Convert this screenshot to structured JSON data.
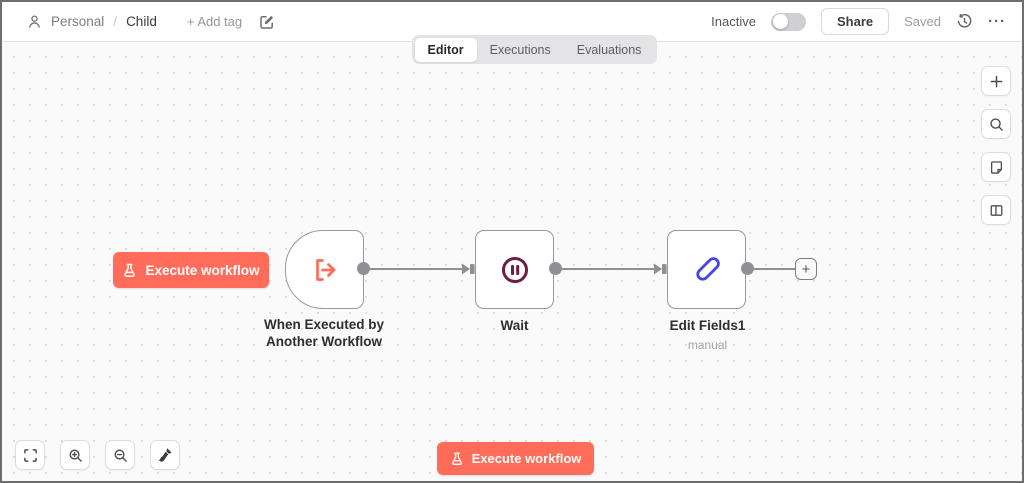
{
  "header": {
    "project": "Personal",
    "separator": "/",
    "workflow_title": "Child",
    "add_tag_label": "+ Add tag",
    "activation_status": "Inactive",
    "share_label": "Share",
    "save_status": "Saved",
    "more_label": "···"
  },
  "tabs": {
    "editor": "Editor",
    "executions": "Executions",
    "evaluations": "Evaluations"
  },
  "canvas": {
    "execute_button_label": "Execute workflow",
    "bottom_execute_button_label": "Execute workflow",
    "add_node_label": "+",
    "nodes": {
      "trigger": {
        "label_line1": "When Executed by",
        "label_line2": "Another Workflow"
      },
      "wait": {
        "label": "Wait"
      },
      "edit_fields": {
        "label": "Edit Fields1",
        "subtitle": "manual"
      }
    }
  },
  "colors": {
    "primary": "#ff6d5a",
    "node_border": "#98989e",
    "connector": "#8f8f96",
    "wait_icon": "#6e1d45",
    "edit_icon": "#4743ee",
    "canvas_dot": "#dcdcdc"
  }
}
